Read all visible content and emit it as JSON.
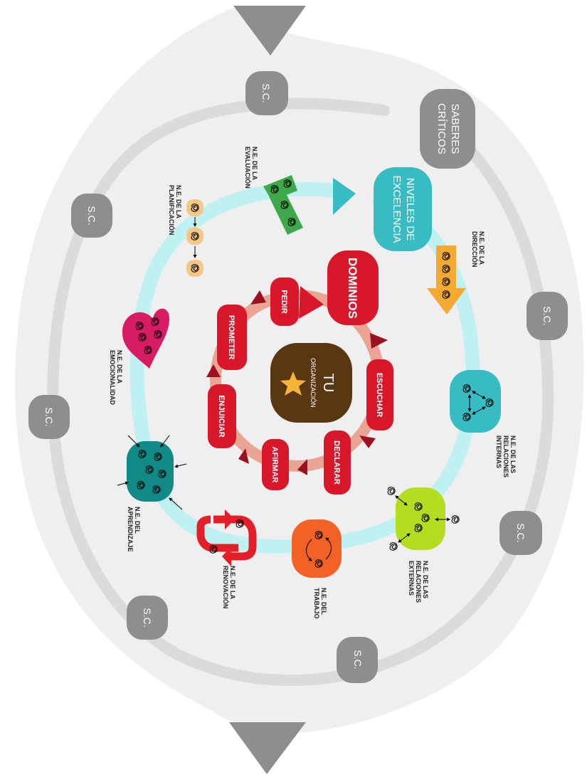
{
  "colors": {
    "background_blob": "#efefef",
    "outer_ring": "#dcdada",
    "grey_node": "#8f8d8d",
    "cyan_ring": "#bff0f2",
    "cyan_node": "#37bcc3",
    "inner_ring": "#e9a494",
    "red_node": "#d9172b",
    "dark_red_arrow": "#9c1020",
    "center": "#5a3713",
    "star": "#f5b338",
    "green": "#3ea84a",
    "orange_arrow": "#f4a931",
    "magenta": "#d71c64",
    "teal": "#0f8a86",
    "lime": "#b5dd1f",
    "orange": "#f26126",
    "planning": "#f6c787"
  },
  "center": {
    "title": "TU",
    "subtitle": "ORGANIZACIÓN",
    "icon": "star-icon"
  },
  "inner_actions": {
    "dominios": "DOMINIOS",
    "escuchar": "ESCUCHAR",
    "declarar": "DECLARAR",
    "afirmar": "AFIRMAR",
    "enjuiciar": "ENJUICIAR",
    "prometer": "PROMETER",
    "pedir": "PEDIR"
  },
  "niveles": {
    "line1": "NIVELES DE",
    "line2": "EXCELENCIA"
  },
  "saberes": {
    "line1": "SABERES",
    "line2": "CRÍTICOS"
  },
  "sc_label": "S.C.",
  "levels": {
    "direccion": {
      "line1": "N.E. DE LA",
      "line2": "DIRECCIÓN"
    },
    "relaciones_internas": {
      "line1": "N.E. DE LAS",
      "line2": "RELACIONES",
      "line3": "INTERNAS"
    },
    "relaciones_externas": {
      "line1": "N.E. DE LAS",
      "line2": "RELACIONES",
      "line3": "EXTERNAS"
    },
    "trabajo": {
      "line1": "N.E. DEL",
      "line2": "TRABAJO"
    },
    "renovacion": {
      "line1": "N.E. DE LA",
      "line2": "RENOVACIÓN"
    },
    "aprendizaje": {
      "line1": "N.E. DEL",
      "line2": "APRENDIZAJE"
    },
    "emocionalidad": {
      "line1": "N.E. DE LA",
      "line2": "EMOCIONALIDAD"
    },
    "planificacion": {
      "line1": "N.E. DE LA",
      "line2": "PLANIFICACIÓN"
    },
    "evaluacion": {
      "line1": "N.E. DE LA",
      "line2": "EVALUACIÓN"
    }
  }
}
